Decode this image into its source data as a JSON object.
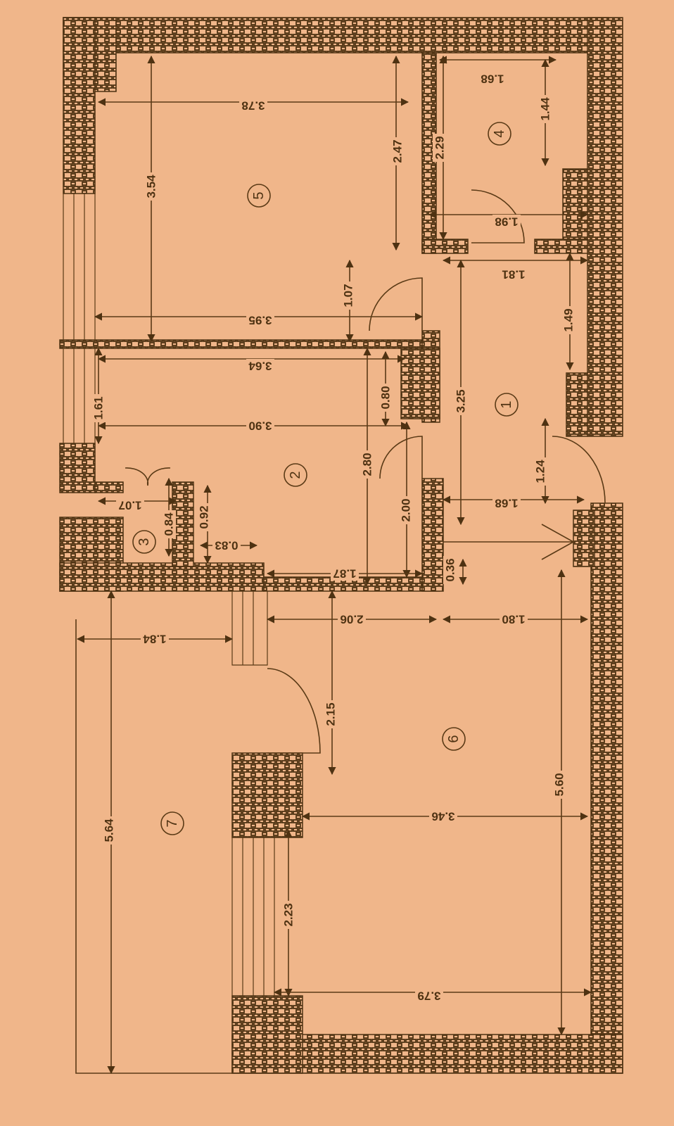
{
  "colors": {
    "paper": "#f0b68a",
    "ink": "#4e3212"
  },
  "rooms": [
    "1",
    "2",
    "3",
    "4",
    "5",
    "6",
    "7"
  ],
  "dimensions": [
    "3.78",
    "1.68",
    "1.44",
    "2.29",
    "2.47",
    "3.54",
    "1.98",
    "1.07",
    "1.81",
    "3.95",
    "1.49",
    "3.64",
    "0.80",
    "3.25",
    "1.61",
    "3.90",
    "2.80",
    "1.24",
    "1.68",
    "2.00",
    "1.07",
    "0.84",
    "0.92",
    "0.83",
    "1.87",
    "0.36",
    "2.06",
    "1.80",
    "1.84",
    "2.15",
    "5.64",
    "3.46",
    "5.60",
    "2.23",
    "3.79"
  ]
}
